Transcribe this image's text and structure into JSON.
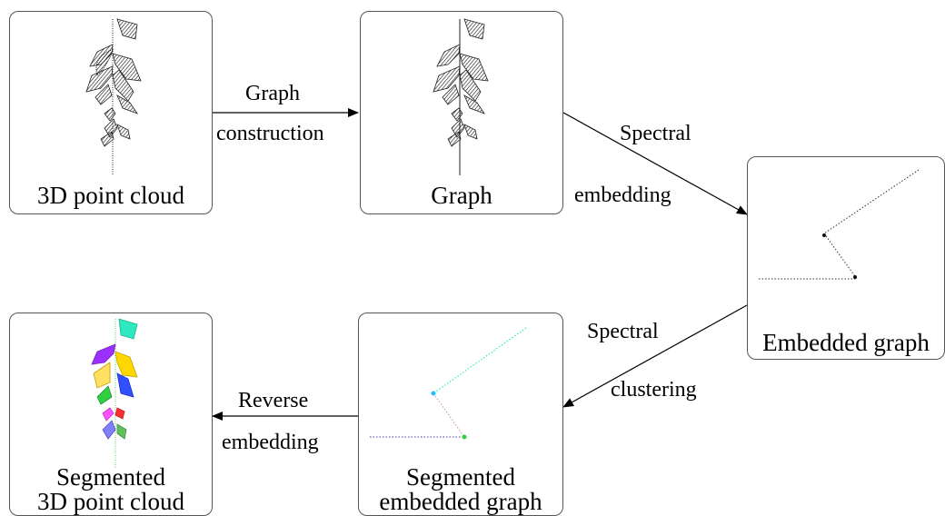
{
  "panels": {
    "point_cloud": {
      "caption": "3D point cloud"
    },
    "graph": {
      "caption": "Graph"
    },
    "embedded": {
      "caption": "Embedded graph"
    },
    "seg_embedded": {
      "caption_line1": "Segmented",
      "caption_line2": "embedded graph"
    },
    "seg_cloud": {
      "caption_line1": "Segmented",
      "caption_line2": "3D point cloud"
    }
  },
  "edges": {
    "graph_construction": {
      "line1": "Graph",
      "line2": "construction"
    },
    "spectral_embedding": {
      "line1": "Spectral",
      "line2": "embedding"
    },
    "spectral_clustering": {
      "line1": "Spectral",
      "line2": "clustering"
    },
    "reverse_embedding": {
      "line1": "Reverse",
      "line2": "embedding"
    }
  },
  "colors": {
    "stroke": "#000000",
    "box_border": "#555555",
    "segment_colors": [
      "#2ee8c0",
      "#9b30ff",
      "#ffd700",
      "#ff3030",
      "#3050ff",
      "#30d040",
      "#ff50ff"
    ]
  }
}
